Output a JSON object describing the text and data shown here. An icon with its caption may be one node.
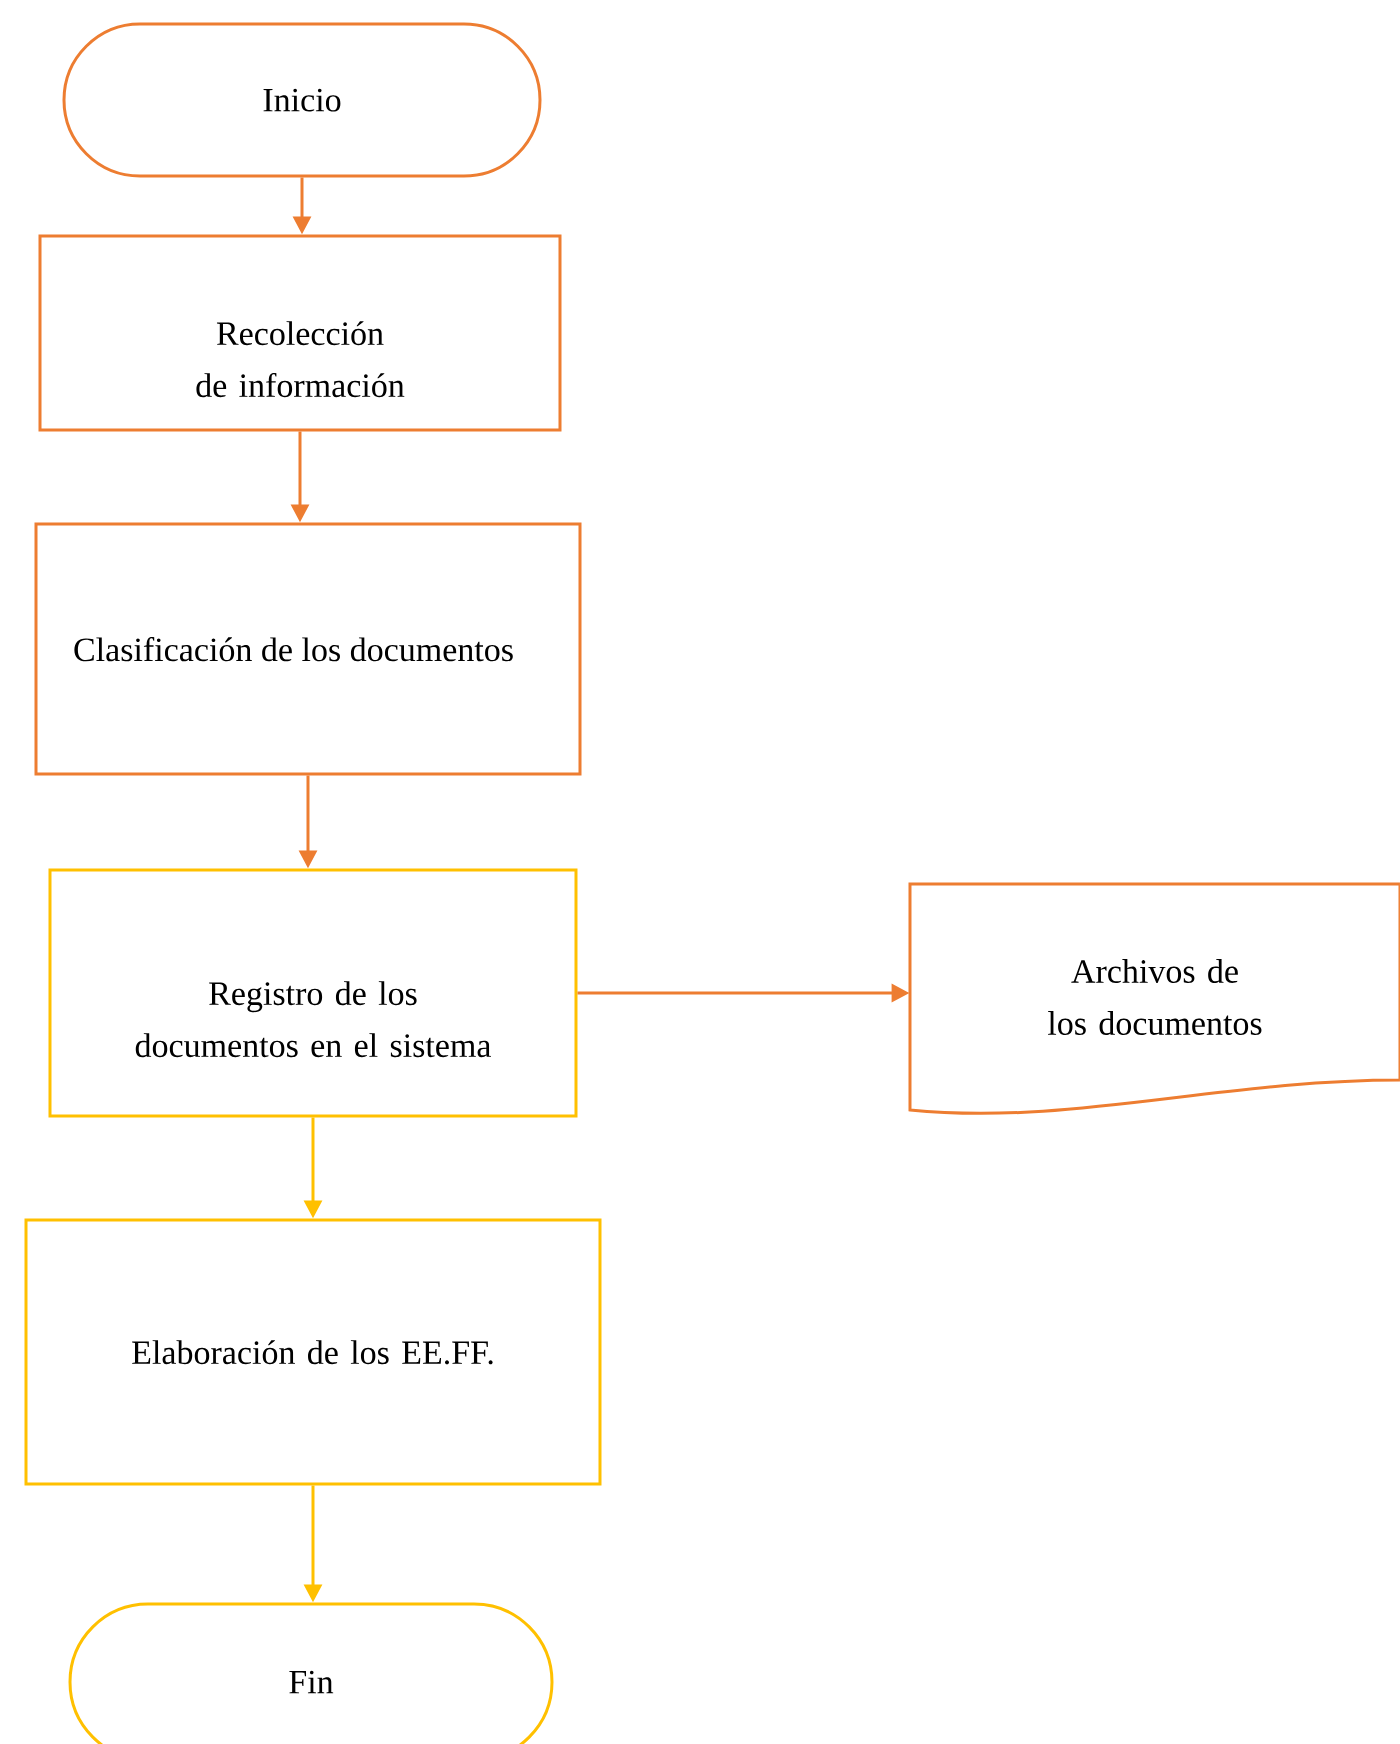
{
  "diagram": {
    "nodes": [
      {
        "text": [
          "Inicio"
        ]
      },
      {
        "text": [
          "Recolección de información"
        ]
      },
      {
        "text": [
          "Clasificación de los documentos"
        ]
      },
      {
        "text": [
          "Registro de los documentos en el sistema"
        ]
      },
      {
        "text": [
          "Archivos de los documentos"
        ]
      },
      {
        "text": [
          "Elaboración de los EE.FF."
        ]
      },
      {
        "text": [
          "Fin"
        ]
      }
    ],
    "edges": [
      {
        "from": 0,
        "to": 1,
        "arrow": "to"
      },
      {
        "from": 1,
        "to": 2,
        "arrow": "to"
      },
      {
        "from": 2,
        "to": 3,
        "arrow": "to"
      },
      {
        "from": 3,
        "to": 4,
        "arrow": "to"
      },
      {
        "from": 3,
        "to": 5,
        "arrow": "to",
        "color": "#ffc000"
      },
      {
        "from": 5,
        "to": 6,
        "arrow": "to",
        "color": "#ffc000"
      }
    ]
  }
}
